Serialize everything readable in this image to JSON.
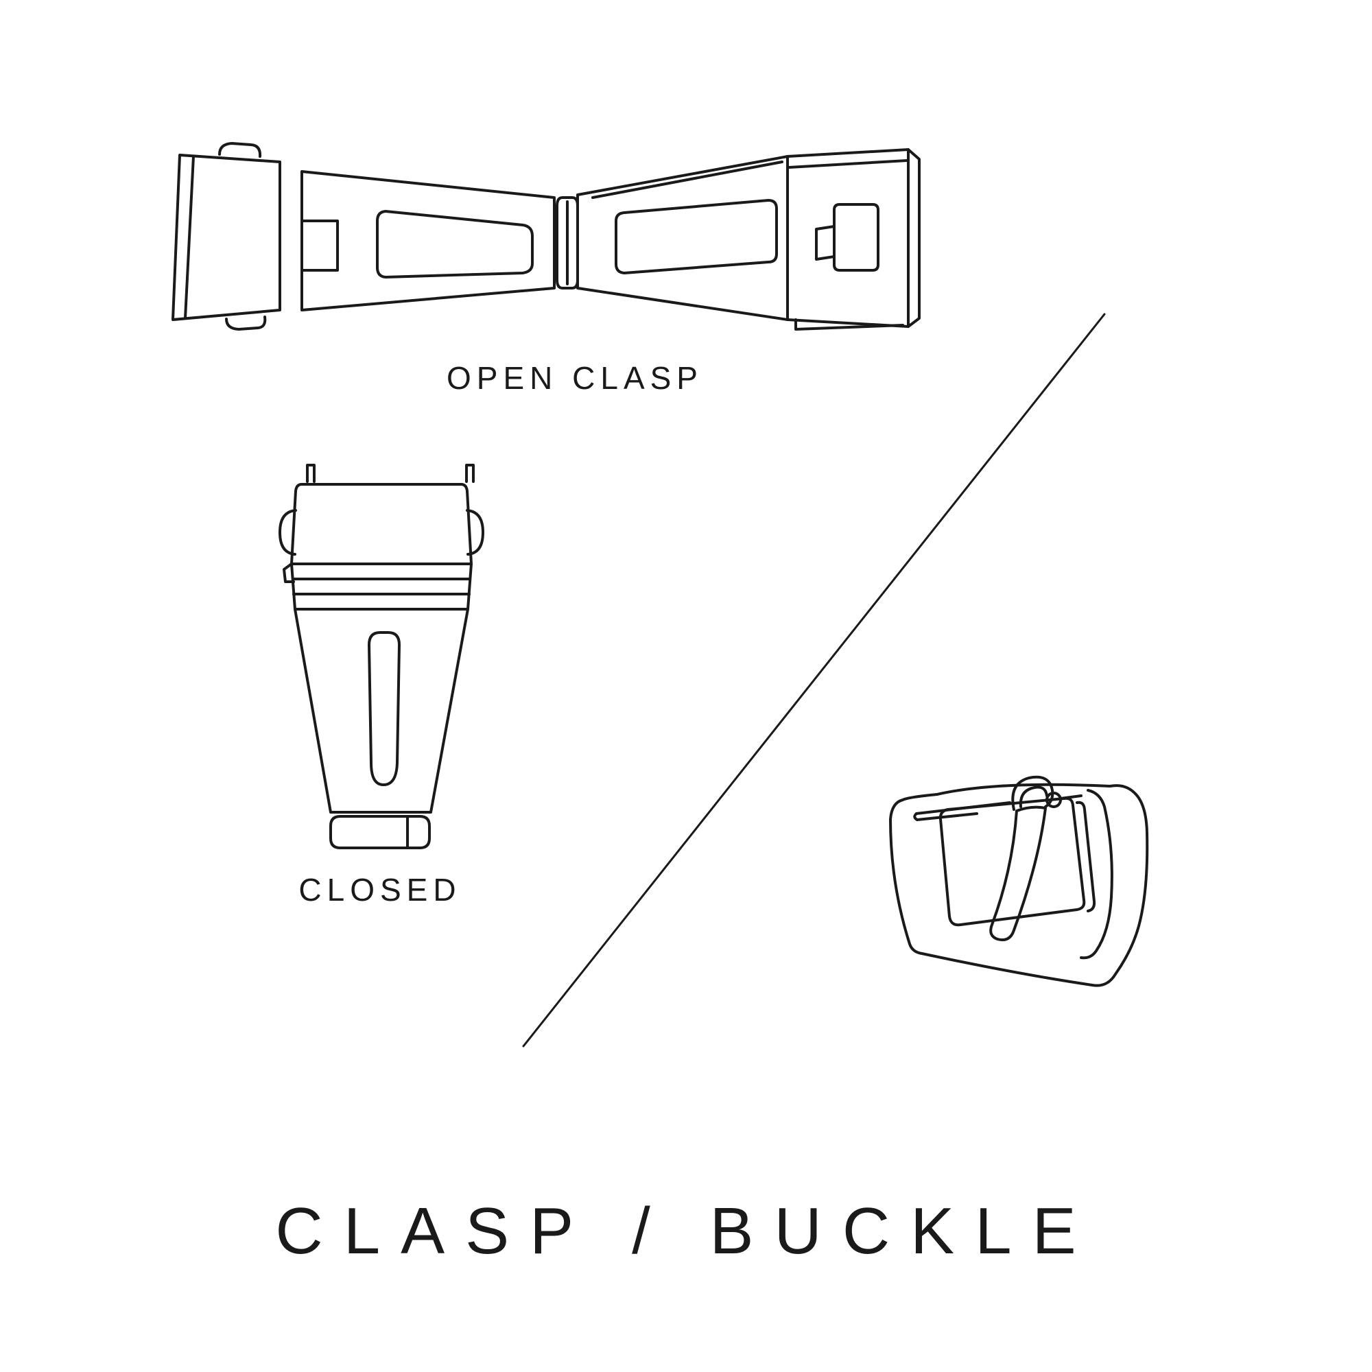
{
  "canvas": {
    "background_color": "#ffffff",
    "ink_color": "#1a1a1a"
  },
  "title": {
    "text": "CLASP / BUCKLE"
  },
  "figures": {
    "open_clasp": {
      "label": "OPEN CLASP",
      "icon": "open-deployant-clasp-line-drawing"
    },
    "closed_clasp": {
      "label": "CLOSED",
      "icon": "closed-deployant-clasp-line-drawing"
    },
    "buckle": {
      "icon": "tang-buckle-line-drawing"
    },
    "divider": {
      "icon": "diagonal-divider-line"
    }
  }
}
